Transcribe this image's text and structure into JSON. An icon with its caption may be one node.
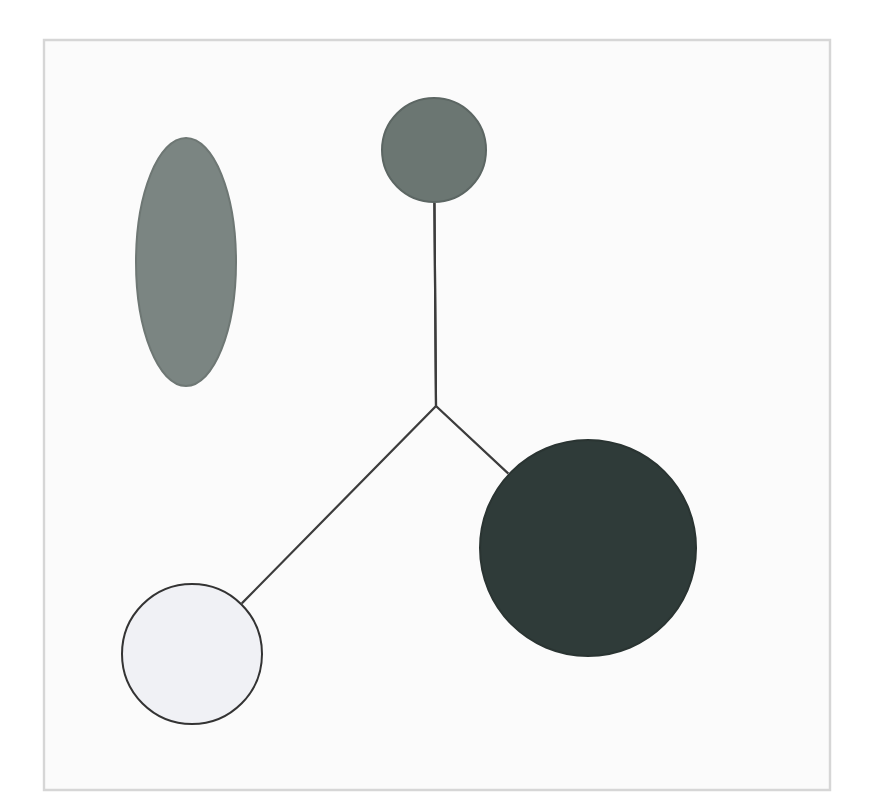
{
  "diagram": {
    "nodes": [
      {
        "text": [],
        "shape": "ellipse"
      },
      {
        "text": [],
        "shape": "circle"
      },
      {
        "text": [],
        "shape": "circle"
      },
      {
        "text": [],
        "shape": "circle"
      }
    ],
    "edges": [
      {
        "from": 1,
        "to": 2,
        "arrow": "none"
      },
      {
        "from": 1,
        "to": 3,
        "arrow": "none"
      }
    ]
  }
}
